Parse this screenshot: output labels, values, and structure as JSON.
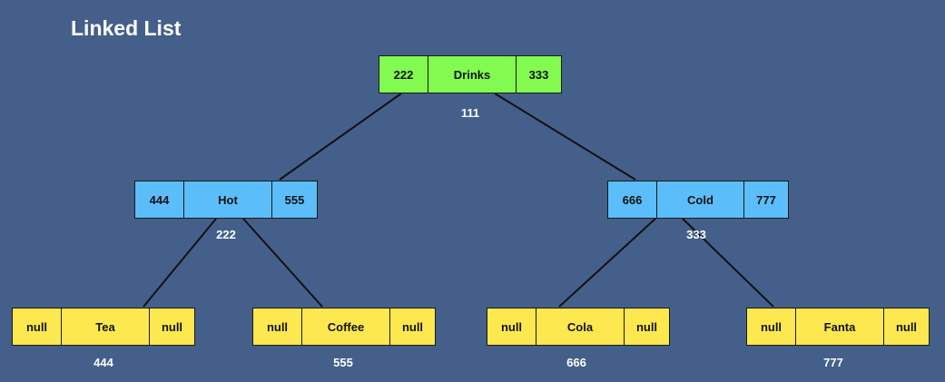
{
  "title": "Linked List",
  "colors": {
    "background": "#44608a",
    "root": "#83fa4f",
    "internal": "#5cbdfb",
    "leaf": "#fde84f"
  },
  "nodes": {
    "drinks": {
      "left": "222",
      "value": "Drinks",
      "right": "333",
      "address": "111"
    },
    "hot": {
      "left": "444",
      "value": "Hot",
      "right": "555",
      "address": "222"
    },
    "cold": {
      "left": "666",
      "value": "Cold",
      "right": "777",
      "address": "333"
    },
    "tea": {
      "left": "null",
      "value": "Tea",
      "right": "null",
      "address": "444"
    },
    "coffee": {
      "left": "null",
      "value": "Coffee",
      "right": "null",
      "address": "555"
    },
    "cola": {
      "left": "null",
      "value": "Cola",
      "right": "null",
      "address": "666"
    },
    "fanta": {
      "left": "null",
      "value": "Fanta",
      "right": "null",
      "address": "777"
    }
  }
}
